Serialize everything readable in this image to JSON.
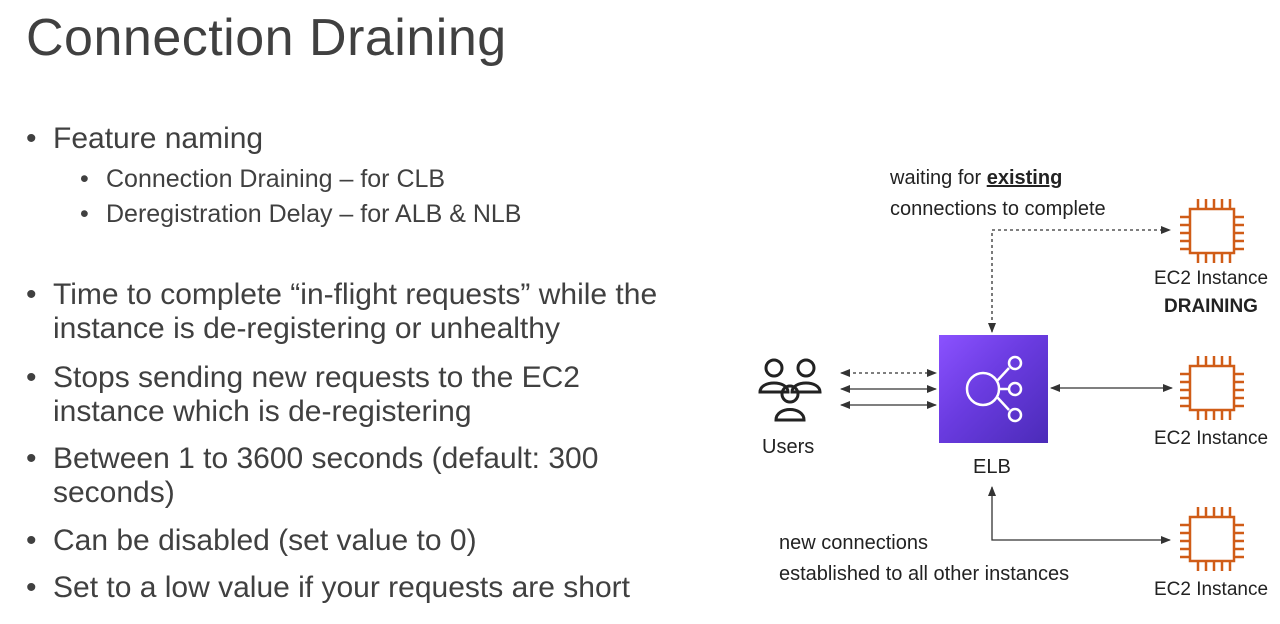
{
  "title": "Connection Draining",
  "bullets": {
    "feature_naming": "Feature naming",
    "sub": [
      "Connection Draining – for CLB",
      "Deregistration Delay – for ALB & NLB"
    ],
    "items": [
      [
        "Time to complete “in-flight requests” while the",
        "instance is de-registering or unhealthy"
      ],
      [
        "Stops sending new requests to the EC2",
        "instance which is de-registering"
      ],
      [
        "Between 1 to 3600 seconds (default: 300",
        "seconds)"
      ],
      [
        "Can be disabled (set value to 0)"
      ],
      [
        "Set to a low value if your requests are short"
      ]
    ]
  },
  "diagram": {
    "waiting_prefix": "waiting for ",
    "waiting_emphasis": "existing",
    "waiting_line2": "connections to complete",
    "new_conn_line1": "new connections",
    "new_conn_line2": "established to all other instances",
    "users_label": "Users",
    "elb_label": "ELB",
    "instances": [
      {
        "label": "EC2 Instance",
        "status": "DRAINING"
      },
      {
        "label": "EC2 Instance"
      },
      {
        "label": "EC2 Instance"
      }
    ],
    "colors": {
      "elb_gradient_start": "#8b52ff",
      "elb_gradient_end": "#4b2bb8",
      "ec2_orange": "#d05c17",
      "line": "#333333"
    }
  }
}
